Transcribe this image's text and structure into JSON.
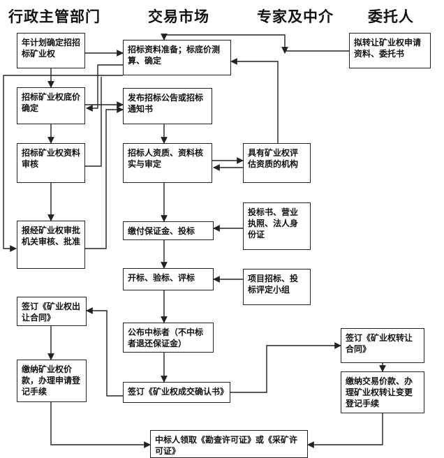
{
  "headers": {
    "admin": "行政主管部门",
    "market": "交易市场",
    "expert": "专家及中介",
    "client": "委托人"
  },
  "nodes": {
    "annual_plan": "年计划确定招招标矿业权",
    "prepare_docs": "招标资料准备；标底价测算、确定",
    "entrust": "拟转让矿业权申请资料、委托书",
    "reserve_price": "招标矿业权底价确定",
    "announce": "发布招标公告或招标通知书",
    "docs_review": "招标矿业权资料审核",
    "qualification": "招标人资质、资料核实与审定",
    "evaluator": "具有矿业权评估资质的机构",
    "bid_docs": "投标书、营业执照、法人身份证",
    "report_approval": "报经矿业权审批机关审核、批准",
    "deposit": "缴付保证金、投标",
    "open_bid": "开标、验标、评标",
    "eval_team": "项目招标、投标评定小组",
    "sign_transfer_admin": "签订《矿业权出让合同》",
    "announce_winner": "公布中标者（不中标者退还保证金）",
    "sign_transfer_client": "签订《矿业权转让合同》",
    "pay_price": "缴纳矿业权价款，办理申请登记手续",
    "confirm": "签订《矿业权成交确认书》",
    "pay_transfer": "缴纳交易价款、办理矿业权转让变更登记手续",
    "license": "中标人领取《勘查许可证》或《采矿许可证》"
  }
}
